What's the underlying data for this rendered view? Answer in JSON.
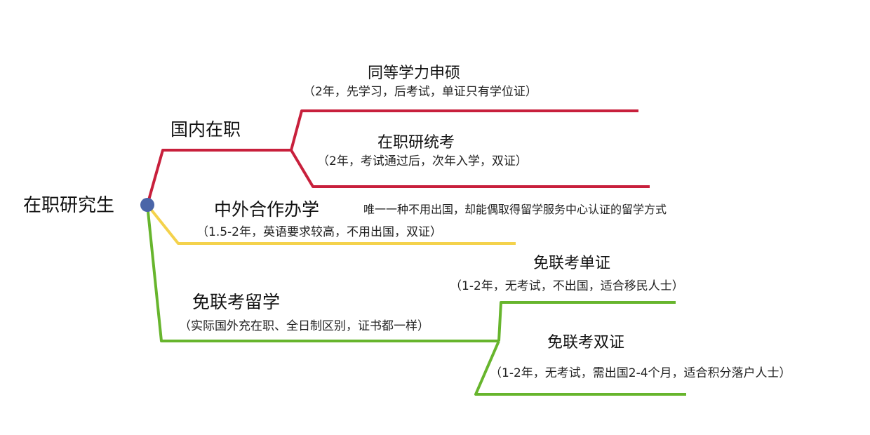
{
  "colors": {
    "red": "#c8203c",
    "yellow": "#f4d24c",
    "green": "#67b52d",
    "node": "#4a65a8"
  },
  "root": {
    "label": "在职研究生"
  },
  "domestic": {
    "label": "国内在职",
    "equal_degree": {
      "label": "同等学力申硕",
      "detail": "（2年，先学习，后考试，单证只有学位证）"
    },
    "unified_exam": {
      "label": "在职研统考",
      "detail": "（2年，考试通过后，次年入学，双证）"
    }
  },
  "joint": {
    "label": "中外合作办学",
    "detail": "（1.5-2年，英语要求较高，不用出国，双证）",
    "note": "唯一一种不用出国，却能偶取得留学服务中心认证的留学方式"
  },
  "abroad": {
    "label": "免联考留学",
    "detail": "（实际国外充在职、全日制区别，证书都一样）",
    "single_cert": {
      "label": "免联考单证",
      "detail": "（1-2年，无考试，不出国，适合移民人士）"
    },
    "double_cert": {
      "label": "免联考双证",
      "detail": "（1-2年，无考试，需出国2-4个月，适合积分落户人士）"
    }
  }
}
